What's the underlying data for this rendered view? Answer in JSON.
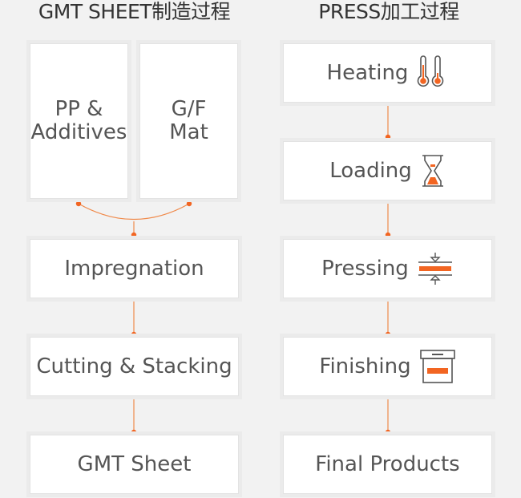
{
  "gmt": {
    "title": "GMT SHEET制造过程",
    "inputs": [
      {
        "label": "PP &\nAdditives"
      },
      {
        "label": "G/F\nMat"
      }
    ],
    "steps": [
      {
        "label": "Impregnation"
      },
      {
        "label": "Cutting & Stacking"
      },
      {
        "label": "GMT Sheet"
      }
    ]
  },
  "press": {
    "title": "PRESS加工过程",
    "steps": [
      {
        "label": "Heating",
        "icon": "thermometer-icon"
      },
      {
        "label": "Loading",
        "icon": "hourglass-icon"
      },
      {
        "label": "Pressing",
        "icon": "press-icon"
      },
      {
        "label": "Finishing",
        "icon": "box-icon"
      },
      {
        "label": "Final Products"
      }
    ]
  },
  "colors": {
    "accent": "#f26522",
    "line": "#f08a4b",
    "text": "#555555",
    "box_border": "#e3e3e3",
    "background": "#f2f2f2"
  }
}
